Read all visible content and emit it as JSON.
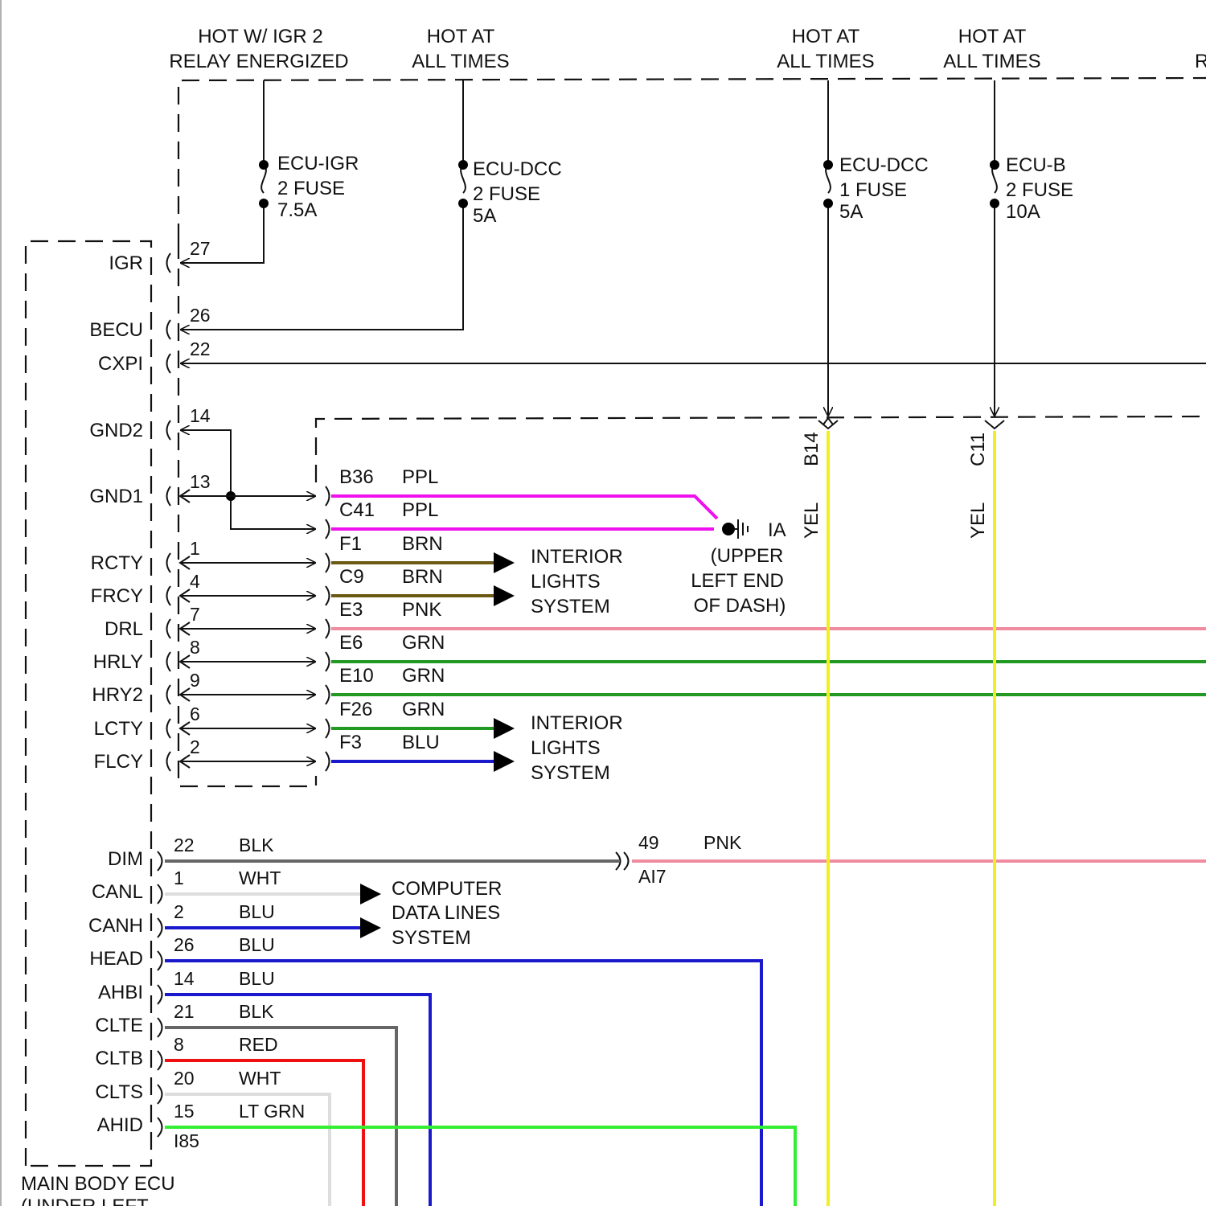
{
  "power_sources": [
    {
      "line1": "HOT W/ IGR 2",
      "line2": "RELAY ENERGIZED"
    },
    {
      "line1": "HOT AT",
      "line2": "ALL TIMES"
    },
    {
      "line1": "HOT AT",
      "line2": "ALL TIMES"
    },
    {
      "line1": "HOT AT",
      "line2": "ALL TIMES"
    },
    {
      "line1": "R",
      "line2": ""
    }
  ],
  "fuses": [
    {
      "name": "ECU-IGR",
      "line2": "2 FUSE",
      "rating": "7.5A"
    },
    {
      "name": "ECU-DCC",
      "line2": "2 FUSE",
      "rating": "5A"
    },
    {
      "name": "ECU-DCC",
      "line2": "1 FUSE",
      "rating": "5A"
    },
    {
      "name": "ECU-B",
      "line2": "2 FUSE",
      "rating": "10A"
    }
  ],
  "ecu_upper_pins": [
    {
      "name": "IGR",
      "pin": "27"
    },
    {
      "name": "BECU",
      "pin": "26"
    },
    {
      "name": "CXPI",
      "pin": "22"
    },
    {
      "name": "GND2",
      "pin": "14"
    },
    {
      "name": "GND1",
      "pin": "13"
    },
    {
      "name": "RCTY",
      "pin": "1"
    },
    {
      "name": "FRCY",
      "pin": "4"
    },
    {
      "name": "DRL",
      "pin": "7"
    },
    {
      "name": "HRLY",
      "pin": "8"
    },
    {
      "name": "HRY2",
      "pin": "9"
    },
    {
      "name": "LCTY",
      "pin": "6"
    },
    {
      "name": "FLCY",
      "pin": "2"
    }
  ],
  "junction_wires": [
    {
      "term": "B36",
      "color": "PPL",
      "hex": "#ee11ee"
    },
    {
      "term": "C41",
      "color": "PPL",
      "hex": "#ee11ee"
    },
    {
      "term": "F1",
      "color": "BRN",
      "hex": "#6b5a14"
    },
    {
      "term": "C9",
      "color": "BRN",
      "hex": "#6b5a14"
    },
    {
      "term": "E3",
      "color": "PNK",
      "hex": "#f08ca0"
    },
    {
      "term": "E6",
      "color": "GRN",
      "hex": "#229922"
    },
    {
      "term": "E10",
      "color": "GRN",
      "hex": "#229922"
    },
    {
      "term": "F26",
      "color": "GRN",
      "hex": "#229922"
    },
    {
      "term": "F3",
      "color": "BLU",
      "hex": "#1a1acc"
    }
  ],
  "ground": {
    "id": "IA",
    "loc1": "(UPPER",
    "loc2": "LEFT END",
    "loc3": "OF DASH)"
  },
  "interior_lights": {
    "line1": "INTERIOR",
    "line2": "LIGHTS",
    "line3": "SYSTEM"
  },
  "feeds": [
    {
      "term": "B14",
      "color": "YEL",
      "hex": "#f0f020"
    },
    {
      "term": "C11",
      "color": "YEL",
      "hex": "#f0f020"
    }
  ],
  "ecu_lower_pins": [
    {
      "name": "DIM",
      "pin": "22",
      "color": "BLK",
      "hex": "#666666"
    },
    {
      "name": "CANL",
      "pin": "1",
      "color": "WHT",
      "hex": "#dddddd"
    },
    {
      "name": "CANH",
      "pin": "2",
      "color": "BLU",
      "hex": "#1a1acc"
    },
    {
      "name": "HEAD",
      "pin": "26",
      "color": "BLU",
      "hex": "#1a1acc"
    },
    {
      "name": "AHBI",
      "pin": "14",
      "color": "BLU",
      "hex": "#1a1acc"
    },
    {
      "name": "CLTE",
      "pin": "21",
      "color": "BLK",
      "hex": "#666666"
    },
    {
      "name": "CLTB",
      "pin": "8",
      "color": "RED",
      "hex": "#ee1111"
    },
    {
      "name": "CLTS",
      "pin": "20",
      "color": "WHT",
      "hex": "#dddddd"
    },
    {
      "name": "AHID",
      "pin": "15",
      "color": "LT GRN",
      "hex": "#33ee33"
    }
  ],
  "lower_connector_id": "I85",
  "dim_connector": {
    "pin": "49",
    "color": "PNK",
    "id": "AI7"
  },
  "data_lines": {
    "line1": "COMPUTER",
    "line2": "DATA LINES",
    "line3": "SYSTEM"
  },
  "ecu_label": {
    "line1": "MAIN BODY ECU",
    "line2": "(UNDER LEFT"
  }
}
